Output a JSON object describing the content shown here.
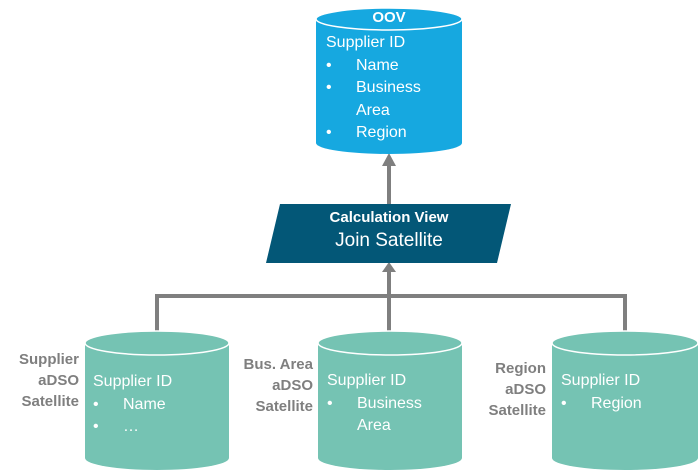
{
  "colors": {
    "oov_fill": "#16a8e0",
    "satellite_fill": "#75c3b3",
    "calc_view_fill": "#035777",
    "connector": "#7f7f7f",
    "label_text": "#7f7f7f"
  },
  "oov": {
    "title": "OOV",
    "key": "Supplier ID",
    "items": [
      "Name",
      "Business",
      "Region"
    ],
    "item_continuation": "Area",
    "bullet": "•"
  },
  "calc_view": {
    "title": "Calculation View",
    "subtitle": "Join Satellite"
  },
  "satellites": [
    {
      "label_lines": [
        "Supplier",
        "aDSO",
        "Satellite"
      ],
      "key": "Supplier ID",
      "items": [
        "Name",
        "…"
      ]
    },
    {
      "label_lines": [
        "Bus. Area",
        "aDSO",
        "Satellite"
      ],
      "key": "Supplier ID",
      "items": [
        "Business"
      ],
      "item_continuation": "Area"
    },
    {
      "label_lines": [
        "Region",
        "aDSO",
        "Satellite"
      ],
      "key": "Supplier ID",
      "items": [
        "Region"
      ]
    }
  ],
  "bullet": "•"
}
